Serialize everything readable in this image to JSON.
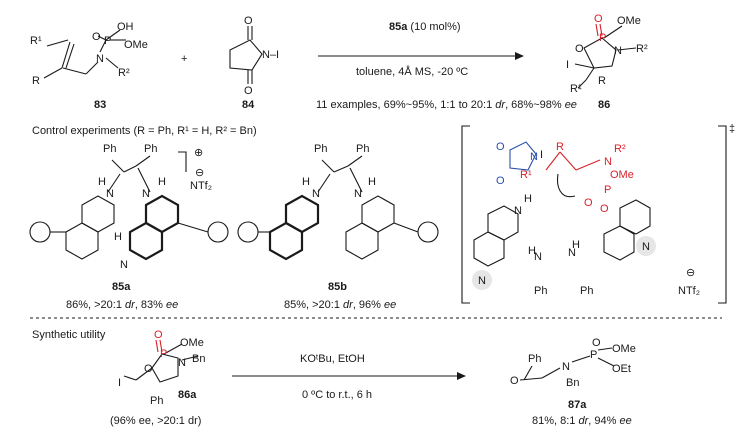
{
  "colors": {
    "text": "#1a1a1a",
    "highlight_red": "#d8212a",
    "highlight_blue": "#2a4fa8",
    "shade": "#e6e6e6"
  },
  "reaction": {
    "reactant_label": "83",
    "reagent_label": "84",
    "product_label": "86",
    "catalyst": "85a",
    "catalyst_loading": "(10 mol%)",
    "conditions": "toluene, 4Å MS, -20 ºC",
    "summary_prefix": "11 examples, 69%~95%, 1:1 to 20:1 ",
    "summary_dr": "dr",
    "summary_mid": ", 68%~98% ",
    "summary_ee": "ee",
    "atoms": {
      "R1": "R¹",
      "R": "R",
      "R2": "R²",
      "O": "O",
      "OH": "OH",
      "OMe": "OMe",
      "P": "P",
      "N": "N",
      "NI": "N–I",
      "I": "I"
    }
  },
  "control": {
    "heading": "Control experiments (R = Ph, R¹ = H, R² = Bn)",
    "cat_a": {
      "label": "85a",
      "result_prefix": "86%, >20:1 ",
      "dr": "dr",
      "result_mid": ", 83% ",
      "ee": "ee"
    },
    "cat_b": {
      "label": "85b",
      "result_prefix": "85%, >20:1 ",
      "dr": "dr",
      "result_mid": ", 96% ",
      "ee": "ee"
    },
    "atoms": {
      "Ph": "Ph",
      "H": "H",
      "N": "N",
      "plus": "⊕",
      "minus": "⊖",
      "NTf2": "NTf₂"
    }
  },
  "transition_state": {
    "dagger": "‡",
    "atoms": {
      "N": "N",
      "H": "H",
      "R": "R",
      "R1": "R¹",
      "R2": "R²",
      "O": "O",
      "OMe": "OMe",
      "P": "P",
      "I": "I",
      "Ph": "Ph",
      "NTf2": "NTf₂"
    }
  },
  "utility": {
    "heading": "Synthetic utility",
    "start_label": "86a",
    "start_note": "(96% ee, >20:1 dr)",
    "reagents": "KOᵗBu, EtOH",
    "conditions": "0 ºC to r.t., 6 h",
    "product_label": "87a",
    "result_prefix": "81%, 8:1 ",
    "result_dr": "dr",
    "result_mid": ", 94% ",
    "result_ee": "ee",
    "atoms": {
      "Ph": "Ph",
      "Bn": "Bn",
      "OMe": "OMe",
      "OEt": "OEt",
      "O": "O",
      "P": "P",
      "N": "N",
      "I": "I"
    }
  }
}
